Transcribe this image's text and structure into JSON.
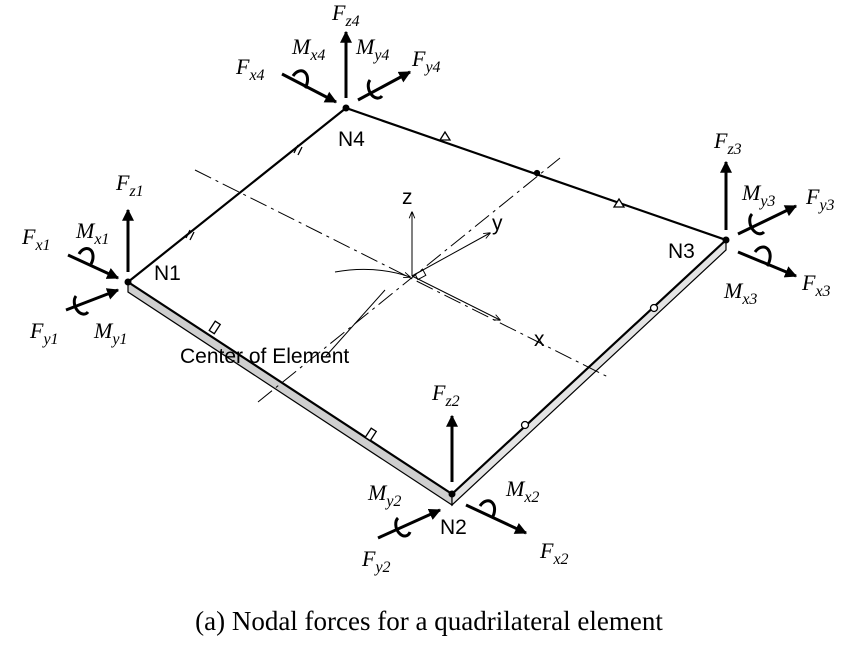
{
  "caption": "(a)   Nodal forces for a quadrilateral element",
  "center_label": "Center of Element",
  "axes": {
    "z": "z",
    "y": "y",
    "x": "x"
  },
  "nodes": {
    "n1": {
      "name": "N1",
      "fz": [
        "F",
        "z1"
      ],
      "fx": [
        "F",
        "x1"
      ],
      "fy": [
        "F",
        "y1"
      ],
      "mx": [
        "M",
        "x1"
      ],
      "my": [
        "M",
        "y1"
      ]
    },
    "n2": {
      "name": "N2",
      "fz": [
        "F",
        "z2"
      ],
      "fx": [
        "F",
        "x2"
      ],
      "fy": [
        "F",
        "y2"
      ],
      "mx": [
        "M",
        "x2"
      ],
      "my": [
        "M",
        "y2"
      ]
    },
    "n3": {
      "name": "N3",
      "fz": [
        "F",
        "z3"
      ],
      "fx": [
        "F",
        "x3"
      ],
      "fy": [
        "F",
        "y3"
      ],
      "mx": [
        "M",
        "x3"
      ],
      "my": [
        "M",
        "y3"
      ]
    },
    "n4": {
      "name": "N4",
      "fz": [
        "F",
        "z4"
      ],
      "fx": [
        "F",
        "x4"
      ],
      "fy": [
        "F",
        "y4"
      ],
      "mx": [
        "M",
        "x4"
      ],
      "my": [
        "M",
        "y4"
      ]
    }
  }
}
